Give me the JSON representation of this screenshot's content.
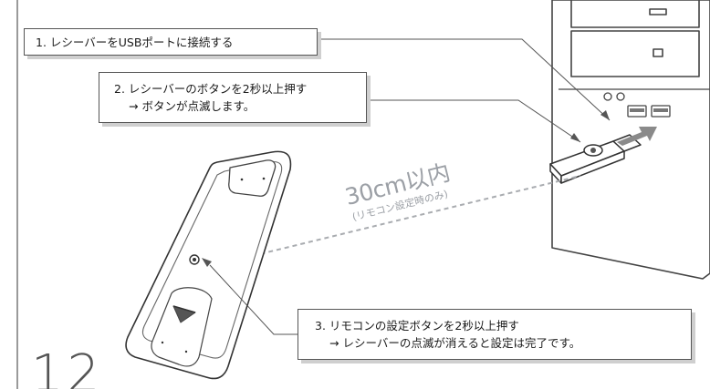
{
  "steps": {
    "step1": "1. レシーバーをUSBポートに接続する",
    "step2_line1": "2. レシーバーのボタンを2秒以上押す",
    "step2_line2": "→ ボタンが点滅します。",
    "step3_line1": "3. リモコンの設定ボタンを2秒以上押す",
    "step3_line2": "→ レシーバーの点滅が消えると設定は完了です。"
  },
  "distance": {
    "main": "30cm以内",
    "note": "(リモコン設定時のみ)"
  },
  "page_number": "12",
  "colors": {
    "line": "#555555",
    "dashed": "#a9acb0",
    "arrow": "#8a8a8a",
    "shadow": "#cfcfcf"
  }
}
